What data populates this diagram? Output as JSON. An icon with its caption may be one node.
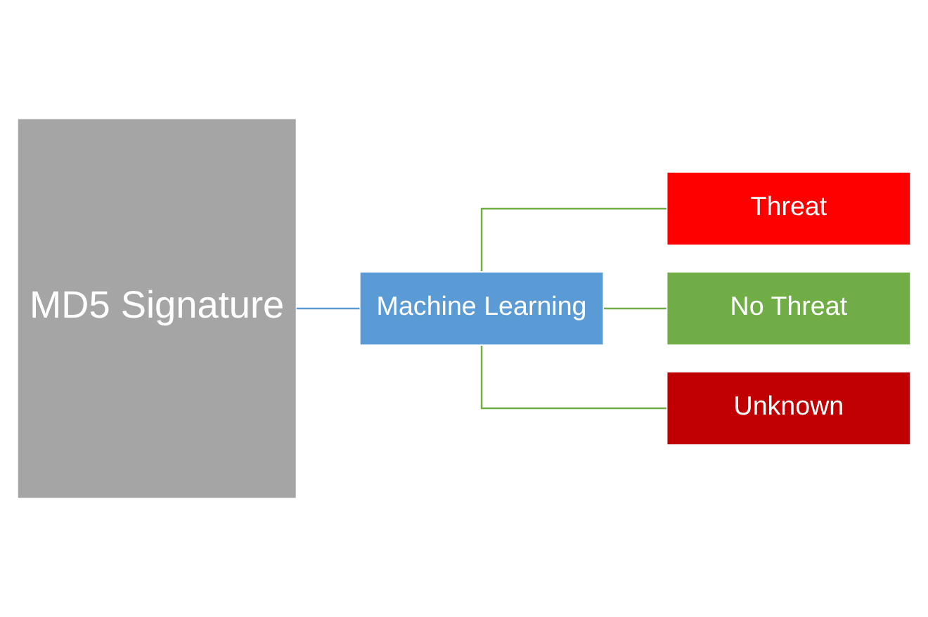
{
  "diagram": {
    "nodes": [
      {
        "text": [
          "MD5 Signature"
        ]
      },
      {
        "text": [
          "Machine Learning"
        ]
      },
      {
        "text": [
          "Threat"
        ]
      },
      {
        "text": [
          "No Threat"
        ]
      },
      {
        "text": [
          "Unknown"
        ]
      }
    ],
    "edges": [
      {
        "from": 0,
        "to": 1,
        "arrow": "none",
        "color": "#5b9bd5"
      },
      {
        "from": 1,
        "to": 2,
        "arrow": "none"
      },
      {
        "from": 1,
        "to": 3,
        "arrow": "none"
      },
      {
        "from": 1,
        "to": 4,
        "arrow": "none"
      }
    ]
  }
}
